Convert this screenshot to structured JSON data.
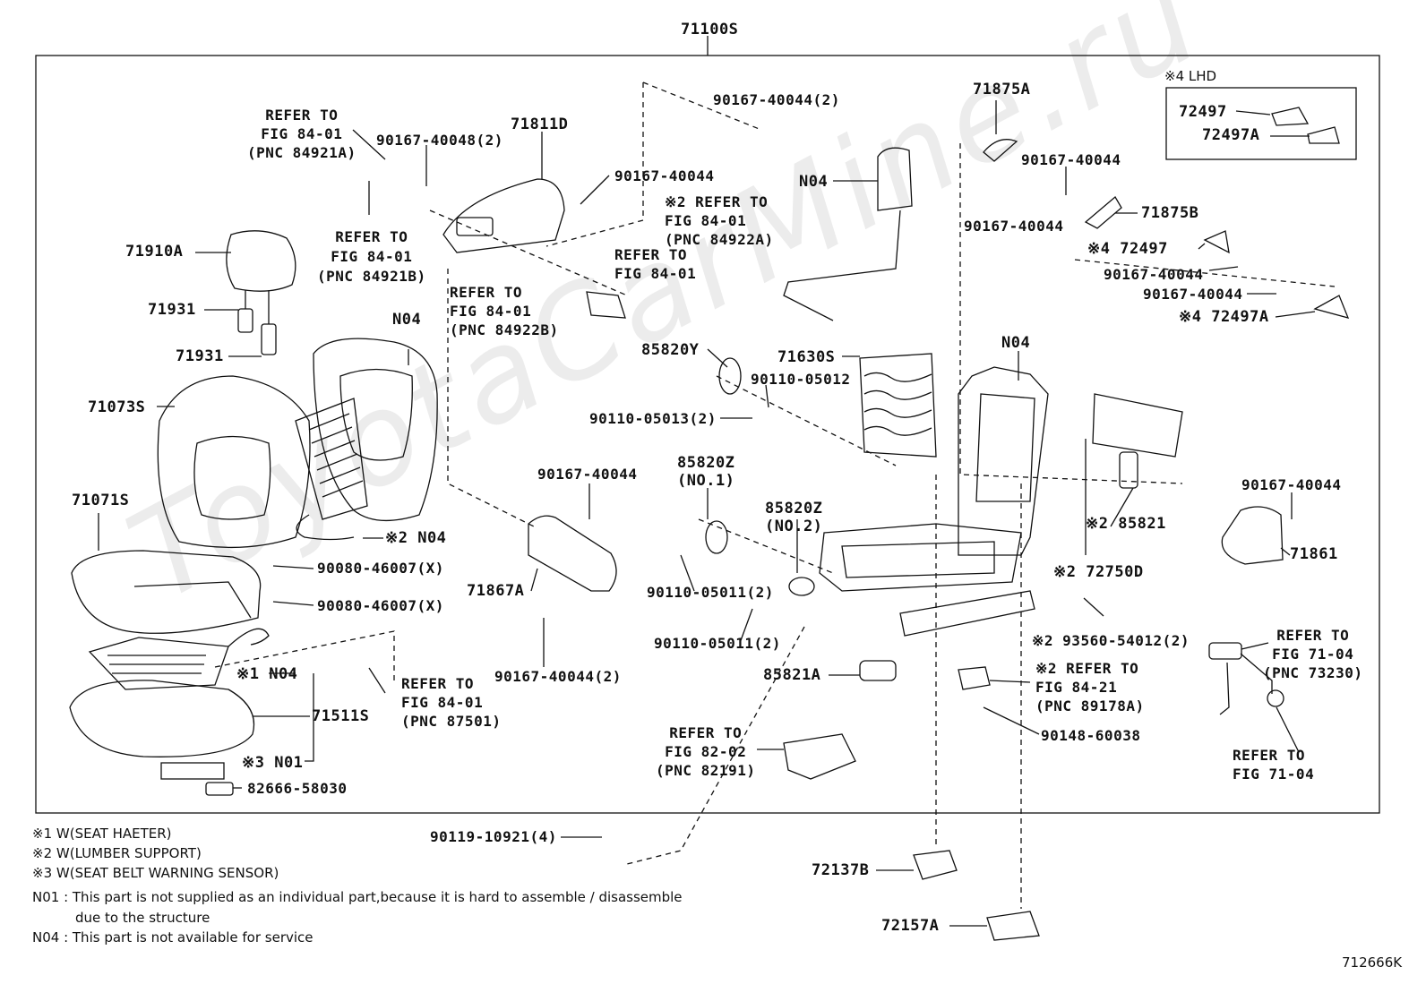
{
  "watermark": "ToyotaCarMine.ru",
  "figure_id": "712666K",
  "assembly": "71100S",
  "callouts": {
    "refer_fig8401_pnc84921a": "REFER TO\nFIG 84-01\n(PNC 84921A)",
    "refer_fig8401_pnc84921b": "REFER TO\nFIG 84-01\n(PNC 84921B)",
    "p90167_40048": "90167-40048(2)",
    "p71811d": "71811D",
    "p90167_40044_a": "90167-40044",
    "p90167_40044_2a": "90167-40044(2)",
    "refer_fig8401_pnc84922a": "※2 REFER TO\nFIG 84-01\n(PNC 84922A)",
    "refer_fig8401_b": "REFER TO\nFIG 84-01",
    "refer_fig8401_pnc84922b": "REFER TO\nFIG 84-01\n(PNC 84922B)",
    "p71910a": "71910A",
    "p71931_a": "71931",
    "p71931_b": "71931",
    "p71073s": "71073S",
    "p71071s": "71071S",
    "n04_a": "N04",
    "n04_b": "※2 N04",
    "p90080_a": "90080-46007(X)",
    "p90080_b": "90080-46007(X)",
    "n04_c": "※1 N04",
    "p71511s": "71511S",
    "n01": "※3 N01",
    "p82666": "82666-58030",
    "refer_fig8401_pnc87501": "REFER TO\nFIG 84-01\n(PNC 87501)",
    "p90119": "90119-10921(4)",
    "n04_d": "N04",
    "p85820y": "85820Y",
    "p71630s": "71630S",
    "p90110_05012": "90110-05012",
    "p90110_05013": "90110-05013(2)",
    "p90167_40044_b": "90167-40044",
    "p85820z_1": "85820Z\n(NO.1)",
    "p85820z_2": "85820Z\n(NO.2)",
    "p71867a": "71867A",
    "p90110_05011_a": "90110-05011(2)",
    "p90110_05011_b": "90110-05011(2)",
    "p90167_40044_2b": "90167-40044(2)",
    "p85821a": "85821A",
    "refer_fig8202": "REFER TO\nFIG 82-02\n(PNC 82191)",
    "p72137b": "72137B",
    "p72157a": "72157A",
    "n04_e": "N04",
    "p71875a": "71875A",
    "p90167_40044_c": "90167-40044",
    "p90167_40044_d": "90167-40044",
    "p71875b": "71875B",
    "p72497_b": "※4 72497",
    "p90167_40044_e": "90167-40044",
    "p90167_40044_f": "90167-40044",
    "p72497a_b": "※4 72497A",
    "lhd_title": "※4 LHD",
    "p72497_a": "72497",
    "p72497a_a": "72497A",
    "p85821": "※2 85821",
    "p72750d": "※2 72750D",
    "p90167_40044_g": "90167-40044",
    "p71861": "71861",
    "p93560": "※2 93560-54012(2)",
    "refer_fig8421": "※2 REFER TO\nFIG 84-21\n(PNC 89178A)",
    "p90148": "90148-60038",
    "refer_fig7104_a": "REFER TO\nFIG 71-04\n(PNC 73230)",
    "refer_fig7104_b": "REFER TO\nFIG 71-04"
  },
  "notes": {
    "n1": "※1  W(SEAT  HAETER)",
    "n2": "※2  W(LUMBER  SUPPORT)",
    "n3": "※3  W(SEAT  BELT  WARNING  SENSOR)",
    "n4": "N01 : This part is not supplied as an individual part,because it is hard to assemble / disassemble",
    "n5": "due to the structure",
    "n6": "N04 : This part is not available for service"
  }
}
